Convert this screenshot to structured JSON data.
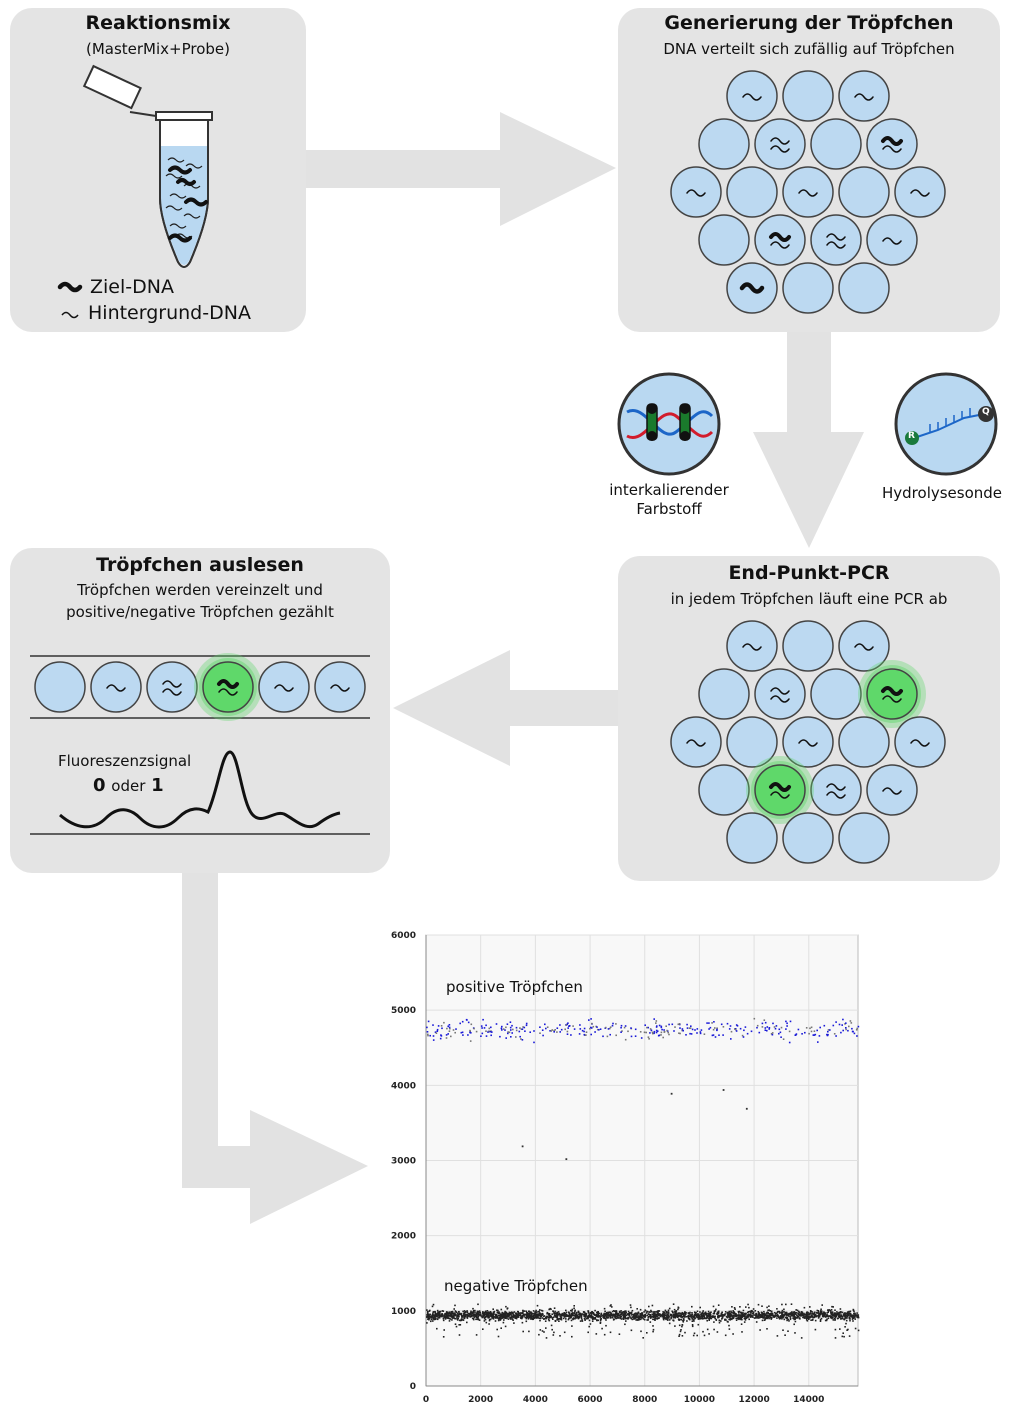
{
  "boxes": {
    "reaction": {
      "title": "Reaktionsmix",
      "subtitle": "(MasterMix+Probe)"
    },
    "generation": {
      "title": "Generierung der Tröpfchen",
      "subtitle": "DNA verteilt sich zufällig auf Tröpfchen"
    },
    "pcr": {
      "title": "End-Punkt-PCR",
      "subtitle": "in jedem Tröpfchen läuft eine PCR ab"
    },
    "readout": {
      "title": "Tröpfchen auslesen",
      "subtitle_line1": "Tröpfchen werden vereinzelt und",
      "subtitle_line2": "positive/negative Tröpfchen gezählt"
    }
  },
  "legend": {
    "target": "Ziel-DNA",
    "background": "Hintergrund-DNA"
  },
  "detection": {
    "dye_line1": "interkalierender",
    "dye_line2": "Farbstoff",
    "probe": "Hydrolysesonde",
    "probe_reporter": "R",
    "probe_quencher": "Q"
  },
  "signal": {
    "label": "Fluoreszenzsignal",
    "zero": "0",
    "or": "oder",
    "one": "1"
  },
  "colors": {
    "box": "#e4e4e4",
    "droplet": "#bcd9f1",
    "positive": "#5fd86a",
    "arrow": "#e2e2e2",
    "positive_points": "#1a1ad8",
    "negative_points": "#222222"
  },
  "chart_data": {
    "type": "scatter",
    "title": "",
    "xlabel": "",
    "ylabel": "",
    "xlim": [
      0,
      15800
    ],
    "ylim": [
      0,
      6000
    ],
    "x_ticks": [
      0,
      2000,
      4000,
      6000,
      8000,
      10000,
      12000,
      14000
    ],
    "y_ticks": [
      0,
      1000,
      2000,
      3000,
      4000,
      5000,
      6000
    ],
    "grid": true,
    "series": [
      {
        "name": "positive Tröpfchen",
        "approx_count": 380,
        "y_range": [
          4450,
          5100
        ],
        "center": 4750
      },
      {
        "name": "negative Tröpfchen",
        "approx_count": 15800,
        "y_range": [
          650,
          1100
        ],
        "center": 950
      }
    ],
    "outliers": [
      [
        3500,
        3200
      ],
      [
        5100,
        3030
      ],
      [
        8950,
        3900
      ],
      [
        10850,
        3950
      ],
      [
        11700,
        3700
      ]
    ]
  }
}
